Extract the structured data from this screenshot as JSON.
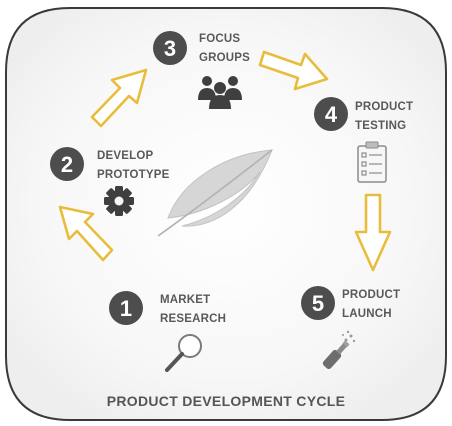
{
  "diagram": {
    "title": "PRODUCT DEVELOPMENT CYCLE",
    "colors": {
      "frame_border": "#3a3a3a",
      "frame_fill": "#f4f4f4",
      "arrow": "#e8bd3c",
      "badge": "#4d4d4d",
      "text": "#595959",
      "feather": "#bfbfbf"
    },
    "steps": [
      {
        "number": "1",
        "line1": "MARKET",
        "line2": "RESEARCH",
        "icon": "magnifier-icon"
      },
      {
        "number": "2",
        "line1": "DEVELOP",
        "line2": "PROTOTYPE",
        "icon": "gear-icon"
      },
      {
        "number": "3",
        "line1": "FOCUS",
        "line2": "GROUPS",
        "icon": "people-group-icon"
      },
      {
        "number": "4",
        "line1": "PRODUCT",
        "line2": "TESTING",
        "icon": "clipboard-checklist-icon"
      },
      {
        "number": "5",
        "line1": "PRODUCT",
        "line2": "LAUNCH",
        "icon": "champagne-bottle-icon"
      }
    ],
    "center_icon": "feather-icon"
  }
}
